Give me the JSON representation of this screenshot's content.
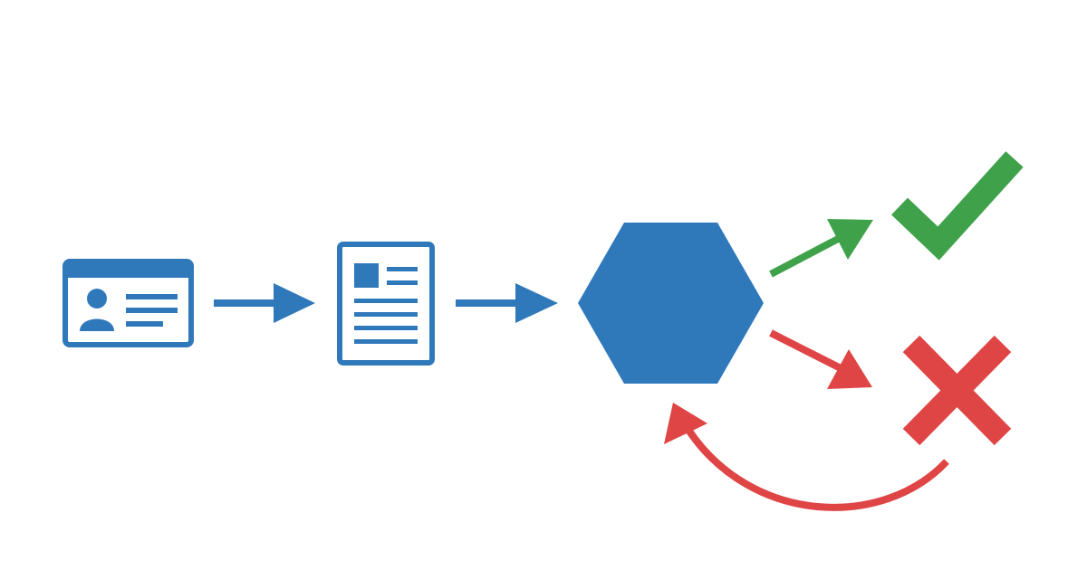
{
  "diagram": {
    "type": "flow",
    "colors": {
      "primary": "#2f79bb",
      "success": "#3fa24a",
      "error": "#df4545",
      "background": "#ffffff"
    },
    "nodes": [
      {
        "id": "id-card",
        "icon": "id-card-icon"
      },
      {
        "id": "document",
        "icon": "document-icon"
      },
      {
        "id": "processor",
        "icon": "hexagon-icon"
      },
      {
        "id": "approved",
        "icon": "checkmark-icon"
      },
      {
        "id": "rejected",
        "icon": "cross-icon"
      }
    ],
    "edges": [
      {
        "from": "id-card",
        "to": "document",
        "color": "primary"
      },
      {
        "from": "document",
        "to": "processor",
        "color": "primary"
      },
      {
        "from": "processor",
        "to": "approved",
        "color": "success"
      },
      {
        "from": "processor",
        "to": "rejected",
        "color": "error"
      },
      {
        "from": "rejected",
        "to": "processor",
        "color": "error",
        "style": "curved"
      }
    ]
  }
}
